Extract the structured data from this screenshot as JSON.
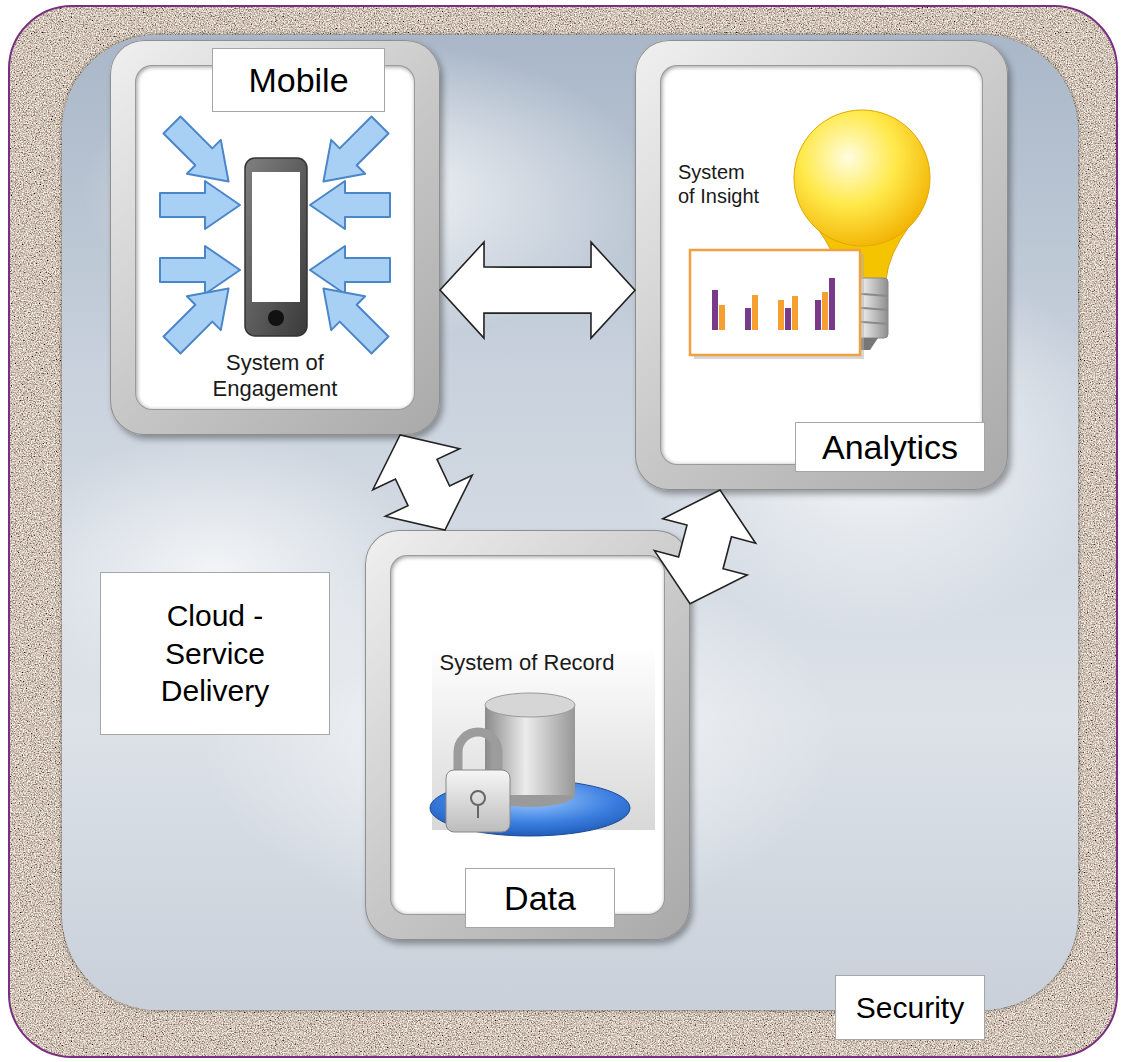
{
  "diagram": {
    "nodes": [
      {
        "text": [
          "Security"
        ]
      },
      {
        "text": [
          "Cloud - Service Delivery"
        ],
        "in": 0
      },
      {
        "text": [
          "Mobile",
          "System of Engagement"
        ],
        "in": 1
      },
      {
        "text": [
          "System of Insight",
          "Analytics"
        ],
        "in": 1
      },
      {
        "text": [
          "System of Record",
          "Data"
        ],
        "in": 1
      }
    ],
    "edges": [
      {
        "from": 2,
        "to": 3,
        "arrow": "both"
      },
      {
        "from": 2,
        "to": 4,
        "arrow": "both"
      },
      {
        "from": 3,
        "to": 4,
        "arrow": "both"
      }
    ]
  }
}
